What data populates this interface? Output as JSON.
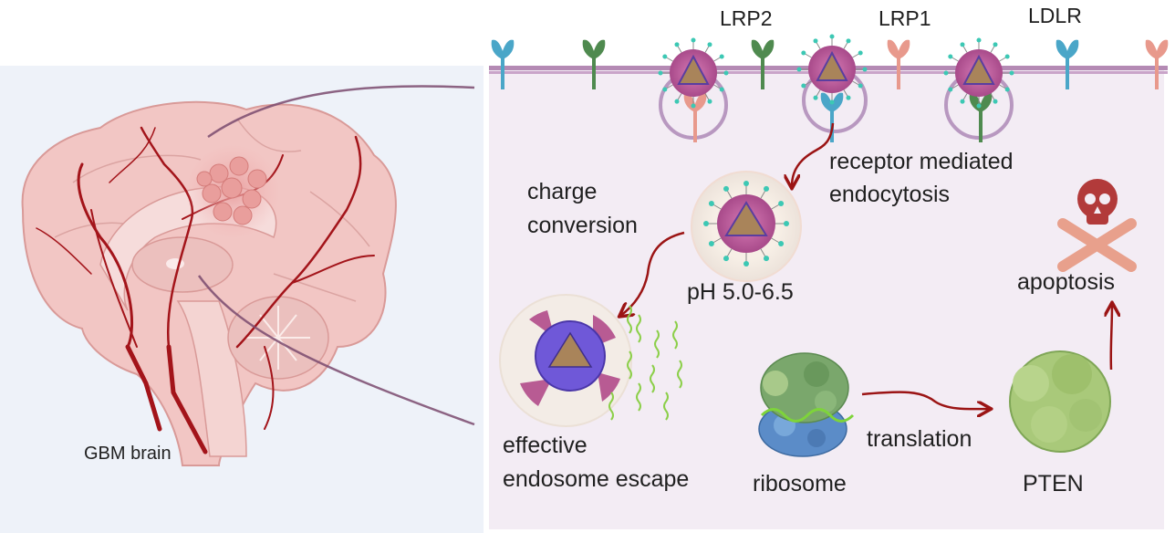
{
  "figure": {
    "brain_label": "GBM brain",
    "receptors": [
      "LRP2",
      "LRP1",
      "LDLR"
    ],
    "steps": {
      "uptake": "receptor mediated endocytosis",
      "uptake_line1": "receptor mediated",
      "uptake_line2": "endocytosis",
      "charge_line1": "charge",
      "charge_line2": "conversion",
      "ph": "pH 5.0-6.5",
      "escape_line1": "effective",
      "escape_line2": "endosome escape",
      "ribosome": "ribosome",
      "translation": "translation",
      "pten": "PTEN",
      "apoptosis": "apoptosis"
    },
    "icons": [
      "brain-icon",
      "tumor-icon",
      "receptor-icon",
      "nanoparticle-icon",
      "endosome-icon",
      "ribosome-icon",
      "pten-protein-icon",
      "skull-crossbones-icon"
    ],
    "colors": {
      "arrow": "#9b1414",
      "membrane": "#b48ab4",
      "nanoparticle": "#c25c9e",
      "receptor_blue": "#4aa6c8",
      "receptor_green": "#4f8a4f",
      "receptor_pink": "#e8998c",
      "skull": "#b23a3a",
      "bones": "#e8a08c",
      "pten": "#a8c878",
      "vessel": "#a3141a",
      "brain": "#f2c6c4"
    }
  }
}
